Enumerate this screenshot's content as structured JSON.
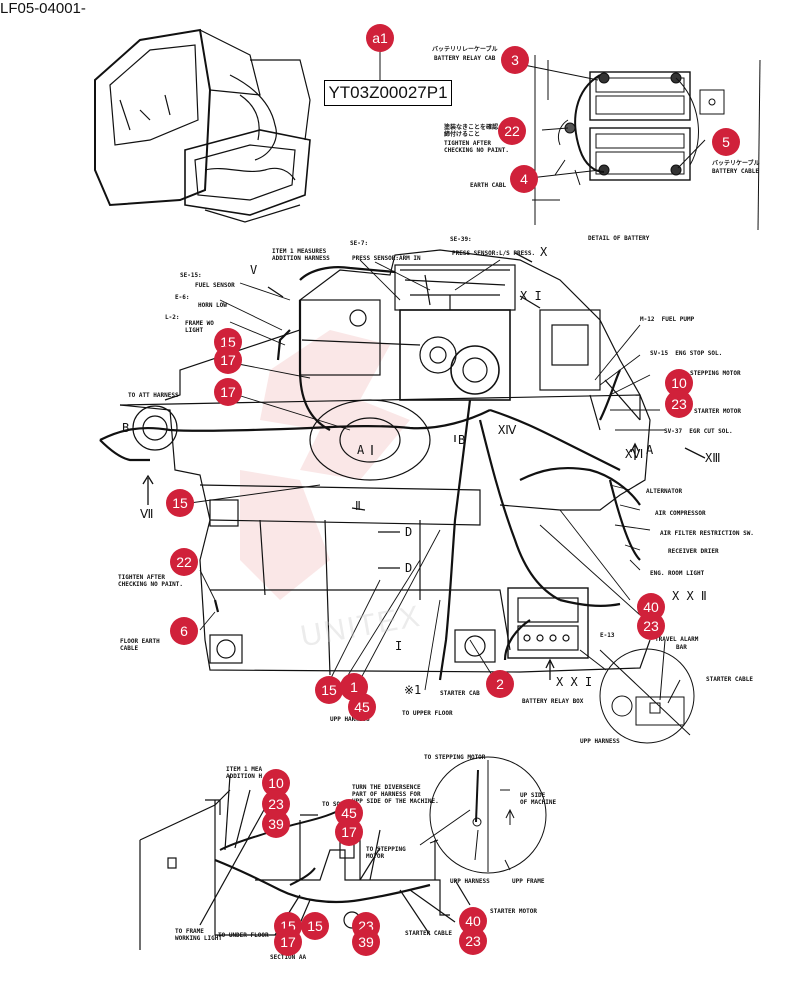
{
  "doc_id": "LF05-04001-",
  "part_number": "YT03Z00027P1",
  "accent_color": "#d0213a",
  "labels": {
    "battery_relay_cable_jp": "バッテリリレーケーブル",
    "battery_relay_cable": "BATTERY RELAY CAB",
    "no_paint_jp": "塗装なきことを確認\n締付けること",
    "tighten_after": "TIGHTEN AFTER\nCHECKING NO PAINT.",
    "earth_cable": "EARTH CABL",
    "battery_cable_jp": "バッテリケーブル",
    "battery_cable": "BATTERY CABLE",
    "detail_of_battery": "DETAIL OF BATTERY",
    "se39": "SE-39:",
    "press_sensor_ls": "PRESS SENSOR:L/S PRESS.",
    "x": "X",
    "se7": "SE-7:",
    "press_sensor_arm": "PRESS SENSOR:ARM IN",
    "item1_measures": "ITEM 1 MEASURES\nADDITION HARNESS",
    "se15": "SE-15:",
    "fuel_sensor": "FUEL SENSOR",
    "v": "V",
    "e6": "E-6:",
    "horn_low": "HORN LOW",
    "l2": "L-2:",
    "frame_work_light": "FRAME WO\nLIGHT",
    "to_att_harness": "TO ATT HARNESS",
    "b_left": "B",
    "vii": "Ⅶ",
    "m12": "M-12  FUEL PUMP",
    "xi": "X I",
    "sv15": "SV-15  ENG STOP SOL.",
    "stepping_motor": "STEPPING MOTOR",
    "starter_motor": "STARTER MOTOR",
    "sv37": "SV-37  EGR CUT SOL.",
    "xvi": "XⅥ",
    "a_right": "A",
    "xiii": "XⅢ",
    "alternator": "ALTERNATOR",
    "air_compressor": "AIR COMPRESSOR",
    "air_filter": "AIR FILTER RESTRICTION SW.",
    "receiver_drier": "RECEIVER DRIER",
    "eng_room_light": "ENG. ROOM LIGHT",
    "xxii": "X X Ⅱ",
    "e13": "E-13",
    "travel_alarm": "TRAVEL ALARM",
    "bar": "BAR",
    "starter_cable_r": "STARTER CABLE",
    "upp_harness_r": "UPP HARNESS",
    "xxi": "X X I",
    "battery_relay_box": "BATTERY RELAY BOX",
    "starter_cab": "STARTER CAB",
    "x1": "※1",
    "to_upper_floor": "TO UPPER FLOOR",
    "upp_harness_c": "UPP HARNESS",
    "tighten_after_2": "TIGHTEN AFTER\nCHECKING NO PAINT.",
    "floor_earth_cable": "FLOOR EARTH\nCABLE",
    "d_upper": "D",
    "d_lower": "D",
    "ii": "Ⅱ",
    "i_mark": "I",
    "b_mid": "B",
    "a_mid": "A",
    "xiv": "XⅣ",
    "item1_addition": "ITEM 1 MEA\nADDITION H",
    "to_sol": "TO SOL. B",
    "turn_diversence": "TURN THE DIVERSENCE\nPART OF HARNESS FOR\nUPP SIDE OF THE MACHINE.",
    "to_stepping_motor_top": "TO STEPPING MOTOR",
    "up_side_machine": "UP SIDE\nOF MACHINE",
    "to_stepping_motor_mid": "TO STEPPING\nMOTOR",
    "upp_harness_b": "UPP HARNESS",
    "upp_frame": "UPP FRAME",
    "starter_motor_b": "STARTER MOTOR",
    "starter_cable_b": "STARTER CABLE",
    "to_frame_work_light": "TO FRAME\nWORKING LIGHT",
    "to_under_floor": "TO UNDER FLOOR",
    "section_aa": "SECTION AA",
    "watermark": "UNITEX"
  },
  "callouts": {
    "a1": "a1",
    "c3": "3",
    "c22a": "22",
    "c4": "4",
    "c5": "5",
    "c15a": "15",
    "c17a": "17",
    "c17b": "17",
    "c15b": "15",
    "c10a": "10",
    "c23a": "23",
    "c22b": "22",
    "c6": "6",
    "c40a": "40",
    "c23b": "23",
    "c15c": "15",
    "c1": "1",
    "c45": "45",
    "c2": "2",
    "c10b": "10",
    "c23c": "23",
    "c39a": "39",
    "c45b": "45",
    "c17c": "17",
    "c15d": "15",
    "c15e": "15",
    "c17d": "17",
    "c23d": "23",
    "c39b": "39",
    "c40b": "40",
    "c23e": "23"
  }
}
